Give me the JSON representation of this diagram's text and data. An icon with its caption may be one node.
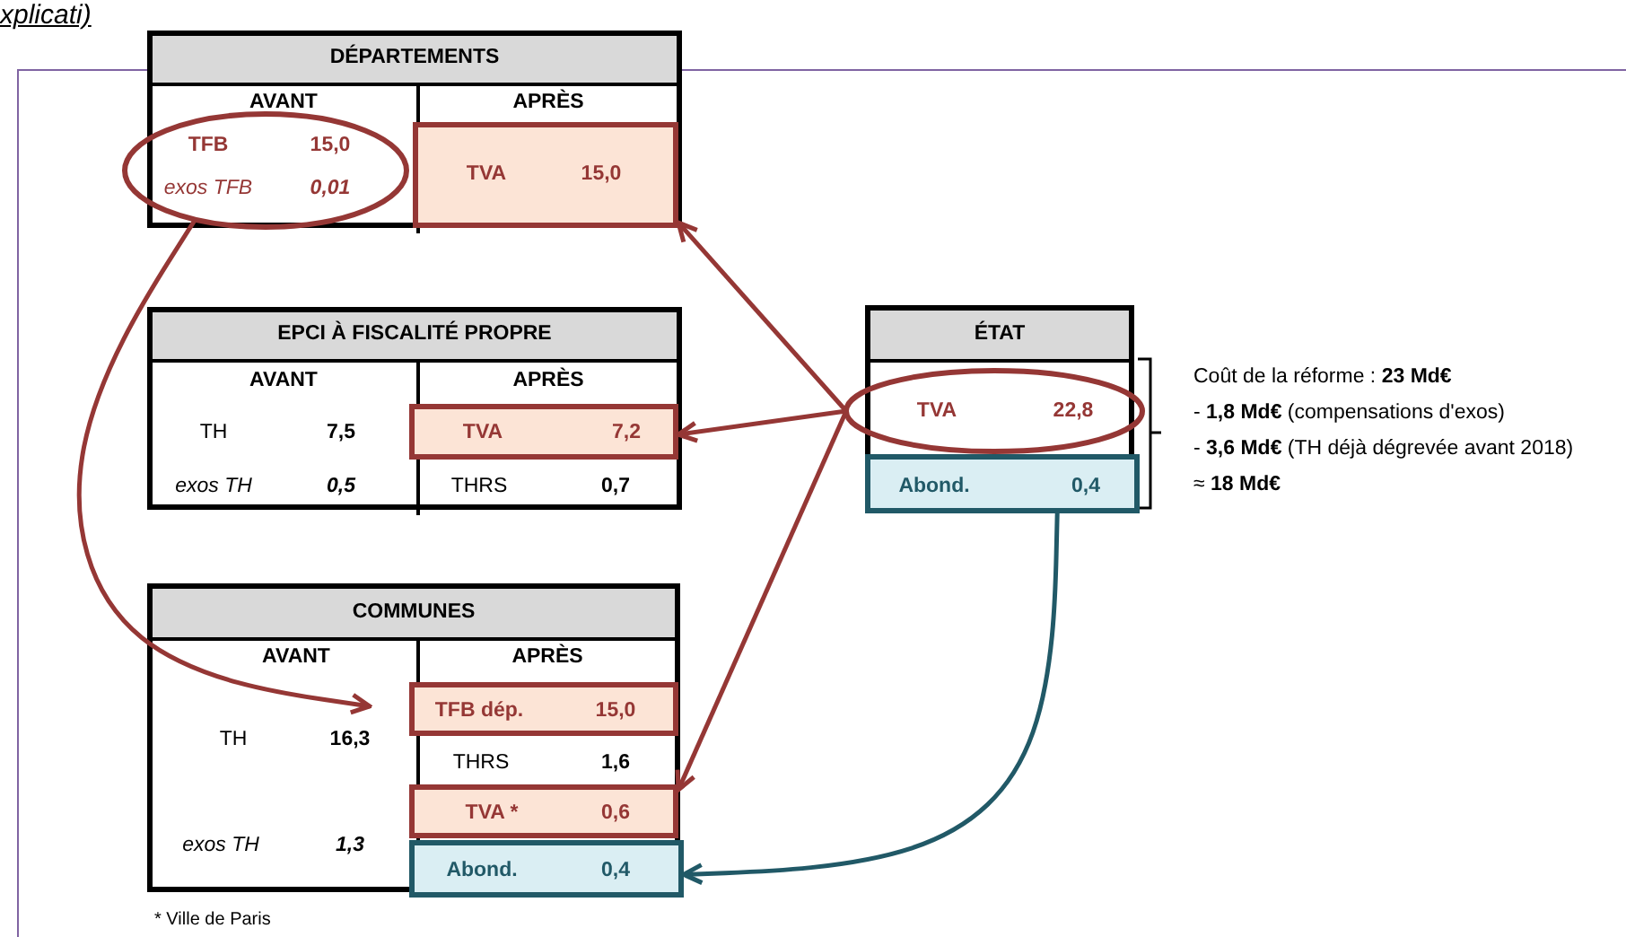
{
  "diagram": {
    "nodes": [
      {
        "text": [
          "DÉPARTEMENTS",
          "AVANT",
          "APRÈS"
        ]
      },
      {
        "text": [
          "TFB",
          "15,0",
          "exos TFB",
          "0,01"
        ],
        "in": 0
      },
      {
        "text": [
          "TVA",
          "15,0"
        ],
        "in": 0
      },
      {
        "text": [
          "EPCI À FISCALITÉ PROPRE",
          "AVANT",
          "APRÈS",
          "TH",
          "7,5",
          "exos TH",
          "0,5",
          "THRS",
          "0,7"
        ]
      },
      {
        "text": [
          "TVA",
          "7,2"
        ],
        "in": 3
      },
      {
        "text": [
          "COMMUNES",
          "AVANT",
          "APRÈS",
          "TH",
          "16,3",
          "exos TH",
          "1,3",
          "THRS",
          "1,6"
        ]
      },
      {
        "text": [
          "TFB dép.",
          "15,0"
        ],
        "in": 5
      },
      {
        "text": [
          "TVA *",
          "0,6"
        ],
        "in": 5
      },
      {
        "text": [
          "Abond.",
          "0,4"
        ],
        "in": 5
      },
      {
        "text": [
          "ÉTAT"
        ]
      },
      {
        "text": [
          "TVA",
          "22,8"
        ],
        "in": 9
      },
      {
        "text": [
          "Abond.",
          "0,4"
        ],
        "in": 9
      }
    ],
    "edges": [
      {
        "from": 1,
        "to": 6,
        "arrow": "to"
      },
      {
        "from": 10,
        "to": 2,
        "arrow": "to"
      },
      {
        "from": 10,
        "to": 4,
        "arrow": "to"
      },
      {
        "from": 10,
        "to": 7,
        "arrow": "to"
      },
      {
        "from": 11,
        "to": 8,
        "arrow": "to",
        "color": "#215967"
      }
    ],
    "labels": [
      "xplicati)",
      "Coût de la réforme : **23 Md€**",
      "- **1,8 Md€** (compensations d'exos)",
      "- **3,6 Md€** (TH déjà dégrevée avant 2018)",
      "≈ **18 Md€**",
      "* Ville de Paris"
    ]
  }
}
